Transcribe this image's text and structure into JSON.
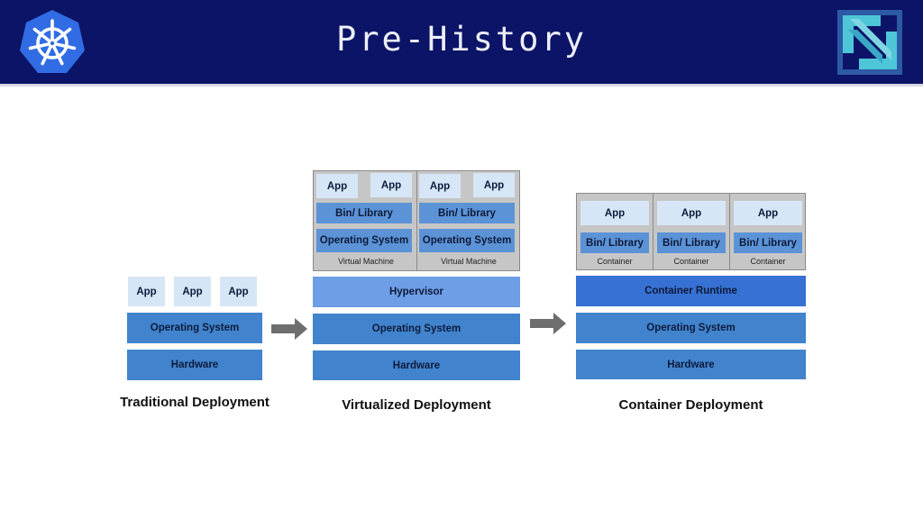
{
  "header": {
    "title": "Pre-History",
    "background": "#0b1466",
    "left_logo": "kubernetes-helm-wheel-logo",
    "right_logo": "cncf-logo"
  },
  "colors": {
    "app_box": "#d7e6f6",
    "layer_blue": "#4183cc",
    "hypervisor": "#6d9ee6",
    "container_runtime": "#3771d3",
    "vm_panel": "#c6c6c6",
    "arrow": "#6e6e6e"
  },
  "traditional": {
    "apps": [
      "App",
      "App",
      "App"
    ],
    "os": "Operating System",
    "hardware": "Hardware",
    "caption": "Traditional Deployment"
  },
  "virtualized": {
    "vms": [
      {
        "apps": [
          "App",
          "App"
        ],
        "bin": "Bin/ Library",
        "os": "Operating System",
        "label": "Virtual Machine"
      },
      {
        "apps": [
          "App",
          "App"
        ],
        "bin": "Bin/ Library",
        "os": "Operating System",
        "label": "Virtual Machine"
      }
    ],
    "hypervisor": "Hypervisor",
    "os": "Operating System",
    "hardware": "Hardware",
    "caption": "Virtualized Deployment"
  },
  "container": {
    "containers": [
      {
        "app": "App",
        "bin": "Bin/ Library",
        "label": "Container"
      },
      {
        "app": "App",
        "bin": "Bin/ Library",
        "label": "Container"
      },
      {
        "app": "App",
        "bin": "Bin/ Library",
        "label": "Container"
      }
    ],
    "runtime": "Container Runtime",
    "os": "Operating System",
    "hardware": "Hardware",
    "caption": "Container Deployment"
  },
  "arrows": [
    "right-arrow-icon",
    "right-arrow-icon"
  ]
}
